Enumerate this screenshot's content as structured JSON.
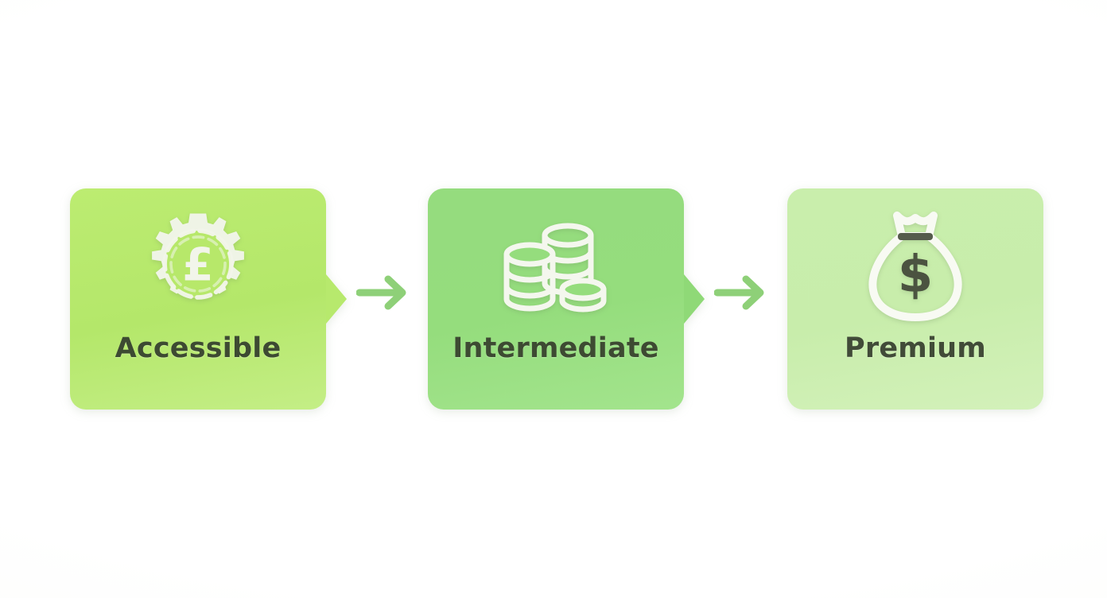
{
  "diagram": {
    "name": "pricing-tier-progression",
    "background_color": "#ffffff",
    "tiers": [
      {
        "label": "Accessible",
        "icon": "gear-pound-icon",
        "icon_symbol": "£",
        "card_color": "#b7e86a",
        "label_color": "#3d4a32"
      },
      {
        "label": "Intermediate",
        "icon": "coin-stack-icon",
        "icon_symbol": "",
        "card_color": "#95dd7d",
        "label_color": "#3d4a32"
      },
      {
        "label": "Premium",
        "icon": "money-bag-dollar-icon",
        "icon_symbol": "$",
        "card_color": "#c9eeac",
        "label_color": "#414b38"
      }
    ],
    "connectors": [
      {
        "name": "arrow-accessible-to-intermediate",
        "glyph": "→",
        "color": "#8ed078"
      },
      {
        "name": "arrow-intermediate-to-premium",
        "glyph": "→",
        "color": "#8ed078"
      }
    ]
  }
}
